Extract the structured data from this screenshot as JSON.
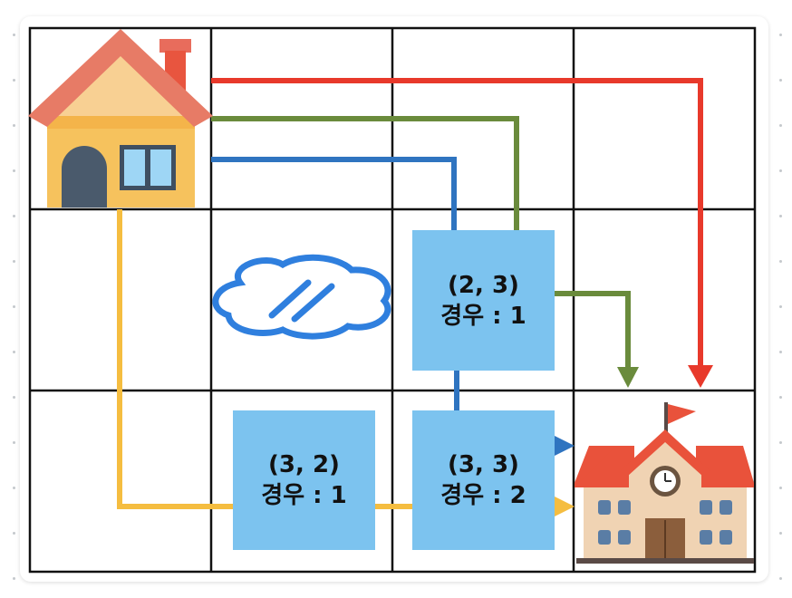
{
  "nodes": [
    {
      "id": "cell-2-3",
      "coord": "(2, 3)",
      "label": "경우 : 1"
    },
    {
      "id": "cell-3-2",
      "coord": "(3, 2)",
      "label": "경우 : 1"
    },
    {
      "id": "cell-3-3",
      "coord": "(3, 3)",
      "label": "경우 : 2"
    }
  ],
  "icons": {
    "start": "house-icon",
    "goal": "school-icon",
    "obstacle": "puddle-icon"
  },
  "path_colors": {
    "red": "#e8392b",
    "green": "#6a8b3c",
    "blue": "#2f74c0",
    "yellow": "#f5bd40"
  },
  "box_color": "#7cc3ef"
}
